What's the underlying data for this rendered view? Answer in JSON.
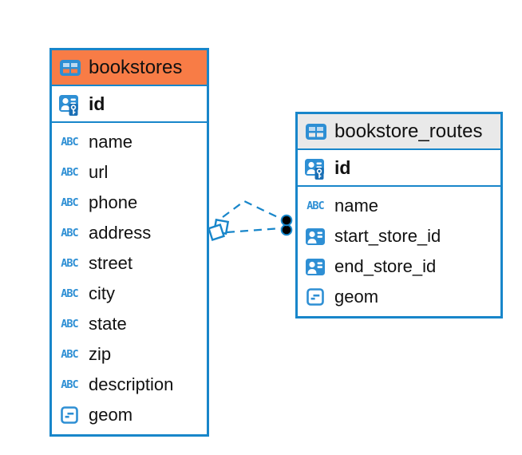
{
  "colors": {
    "canvas_bg": "#ffffff",
    "table_border": "#1886ca",
    "connector": "#1886ca",
    "bookstores_header": "#f87c46",
    "routes_header": "#e9e9e9",
    "icon_blue": "#2e8fd4",
    "icon_cell_light": "#bcdaf2",
    "key_badge": "#1a6fb5"
  },
  "icons": {
    "text_type_label": "ABC"
  },
  "tables": [
    {
      "name": "bookstores",
      "primary_key": {
        "name": "id",
        "icon": "primary-key-icon"
      },
      "columns": [
        {
          "name": "name",
          "icon": "text-type-icon"
        },
        {
          "name": "url",
          "icon": "text-type-icon"
        },
        {
          "name": "phone",
          "icon": "text-type-icon"
        },
        {
          "name": "address",
          "icon": "text-type-icon"
        },
        {
          "name": "street",
          "icon": "text-type-icon"
        },
        {
          "name": "city",
          "icon": "text-type-icon"
        },
        {
          "name": "state",
          "icon": "text-type-icon"
        },
        {
          "name": "zip",
          "icon": "text-type-icon"
        },
        {
          "name": "description",
          "icon": "text-type-icon"
        },
        {
          "name": "geom",
          "icon": "geometry-type-icon"
        }
      ]
    },
    {
      "name": "bookstore_routes",
      "primary_key": {
        "name": "id",
        "icon": "primary-key-icon"
      },
      "columns": [
        {
          "name": "name",
          "icon": "text-type-icon"
        },
        {
          "name": "start_store_id",
          "icon": "reference-icon"
        },
        {
          "name": "end_store_id",
          "icon": "reference-icon"
        },
        {
          "name": "geom",
          "icon": "geometry-type-icon"
        }
      ]
    }
  ],
  "relationships": [
    {
      "style": "dashed",
      "from_table": "bookstore_routes",
      "to_table": "bookstores"
    },
    {
      "style": "dashed",
      "from_table": "bookstore_routes",
      "to_table": "bookstores"
    }
  ]
}
